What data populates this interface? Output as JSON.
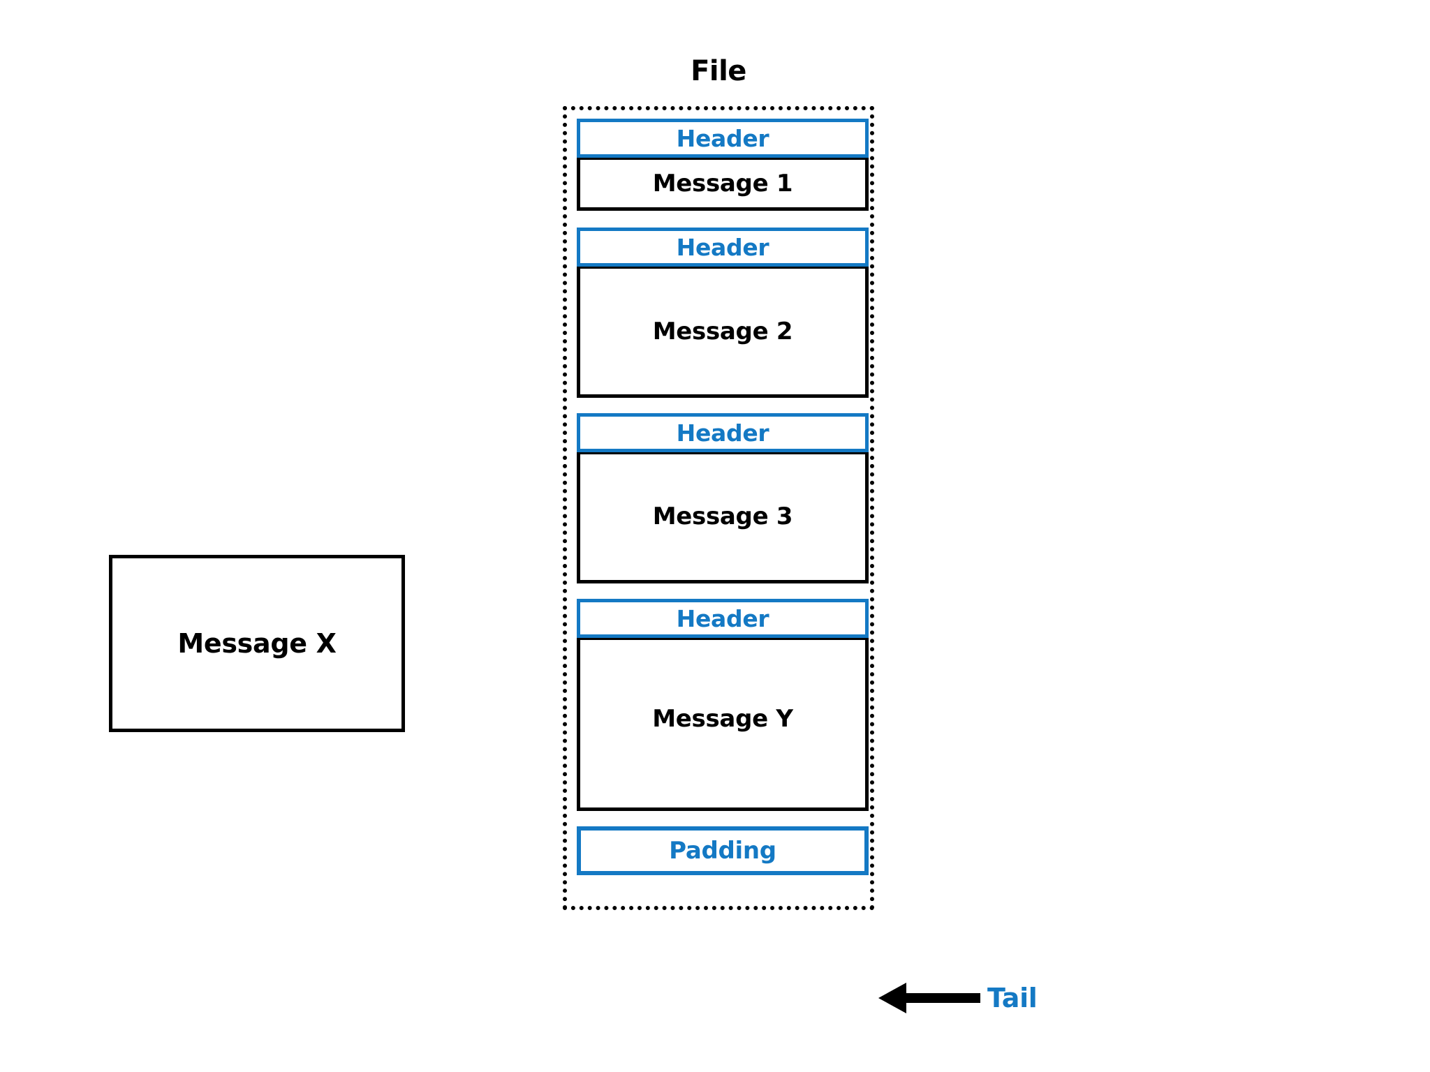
{
  "diagram": {
    "title": "File",
    "colors": {
      "accent_blue": "#1479c4",
      "outline_black": "#000000",
      "background": "#ffffff"
    },
    "file": {
      "label": "File",
      "records": [
        {
          "header": "Header",
          "message": "Message 1"
        },
        {
          "header": "Header",
          "message": "Message 2"
        },
        {
          "header": "Header",
          "message": "Message 3"
        },
        {
          "header": "Header",
          "message": "Message Y"
        }
      ],
      "padding": {
        "label": "Padding"
      }
    },
    "standalone": {
      "message_x": "Message X"
    },
    "tail": {
      "label": "Tail",
      "arrow_direction": "left"
    }
  }
}
